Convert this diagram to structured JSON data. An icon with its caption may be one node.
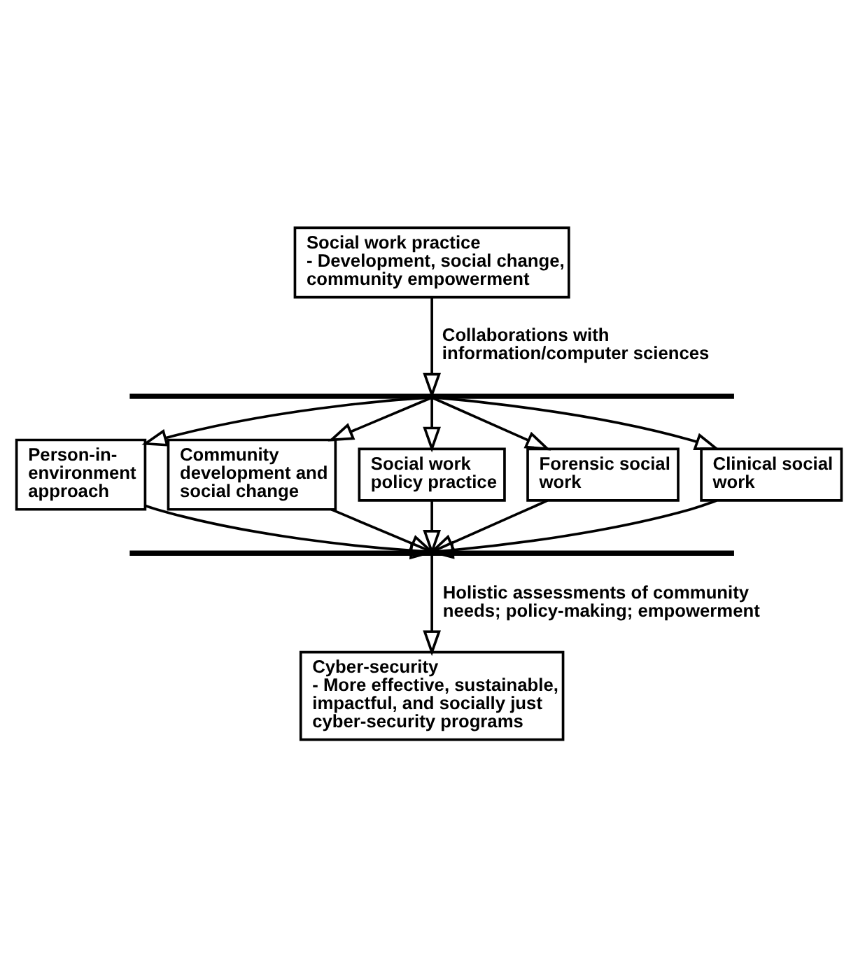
{
  "diagram": {
    "nodes": [
      {
        "text": [
          "Social work practice",
          "- Development, social change, community empowerment"
        ]
      },
      {
        "text": [],
        "shape": "bar"
      },
      {
        "text": [
          "Person-in-environment approach"
        ]
      },
      {
        "text": [
          "Community development and social change"
        ]
      },
      {
        "text": [
          "Social work policy practice"
        ]
      },
      {
        "text": [
          "Forensic social work"
        ]
      },
      {
        "text": [
          "Clinical social work"
        ]
      },
      {
        "text": [],
        "shape": "bar"
      },
      {
        "text": [
          "Cyber-security",
          "- More effective, sustainable, impactful, and socially just cyber-security programs"
        ]
      }
    ],
    "edges": [
      {
        "from": 0,
        "to": 1,
        "arrow": "to",
        "label": "Collaborations with information/computer sciences"
      },
      {
        "from": 1,
        "to": 2,
        "arrow": "to"
      },
      {
        "from": 1,
        "to": 3,
        "arrow": "to"
      },
      {
        "from": 1,
        "to": 4,
        "arrow": "to"
      },
      {
        "from": 1,
        "to": 5,
        "arrow": "to"
      },
      {
        "from": 1,
        "to": 6,
        "arrow": "to"
      },
      {
        "from": 2,
        "to": 7,
        "arrow": "to"
      },
      {
        "from": 3,
        "to": 7,
        "arrow": "to"
      },
      {
        "from": 4,
        "to": 7,
        "arrow": "to"
      },
      {
        "from": 5,
        "to": 7,
        "arrow": "to"
      },
      {
        "from": 6,
        "to": 7,
        "arrow": "to"
      },
      {
        "from": 7,
        "to": 8,
        "arrow": "to",
        "label": "Holistic assessments of community needs; policy-making; empowerment"
      }
    ]
  }
}
